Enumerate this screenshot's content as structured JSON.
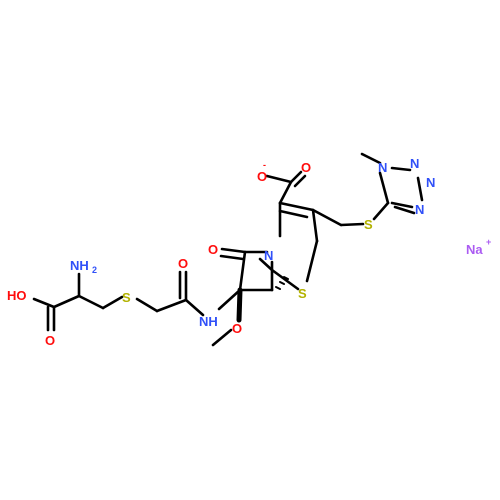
{
  "molecule": {
    "atoms": {
      "na": "Na",
      "na_charge": "+",
      "o_carboxylate": "O",
      "o_carboxylate_charge": "-",
      "o_carboxyl_upper": "O",
      "o_beta_lactam": "O",
      "o_amide": "O",
      "n_beta_lactam": "N",
      "s_thiazine": "S",
      "s_thioether_side": "S",
      "s_thioether_left": "S",
      "n_tetrazole_1": "N",
      "n_tetrazole_2": "N",
      "n_tetrazole_3": "N",
      "n_tetrazole_4": "N",
      "nh_amide": "NH",
      "o_methoxy": "O",
      "nh2": "NH",
      "nh2_sub": "2",
      "ho_acid": "HO",
      "o_acid_carbonyl": "O"
    },
    "colors": {
      "bond": "#000000",
      "oxygen": "#ff0d0d",
      "nitrogen": "#3050f8",
      "sulfur": "#b2b200",
      "sodium": "#ab5cf2"
    }
  }
}
